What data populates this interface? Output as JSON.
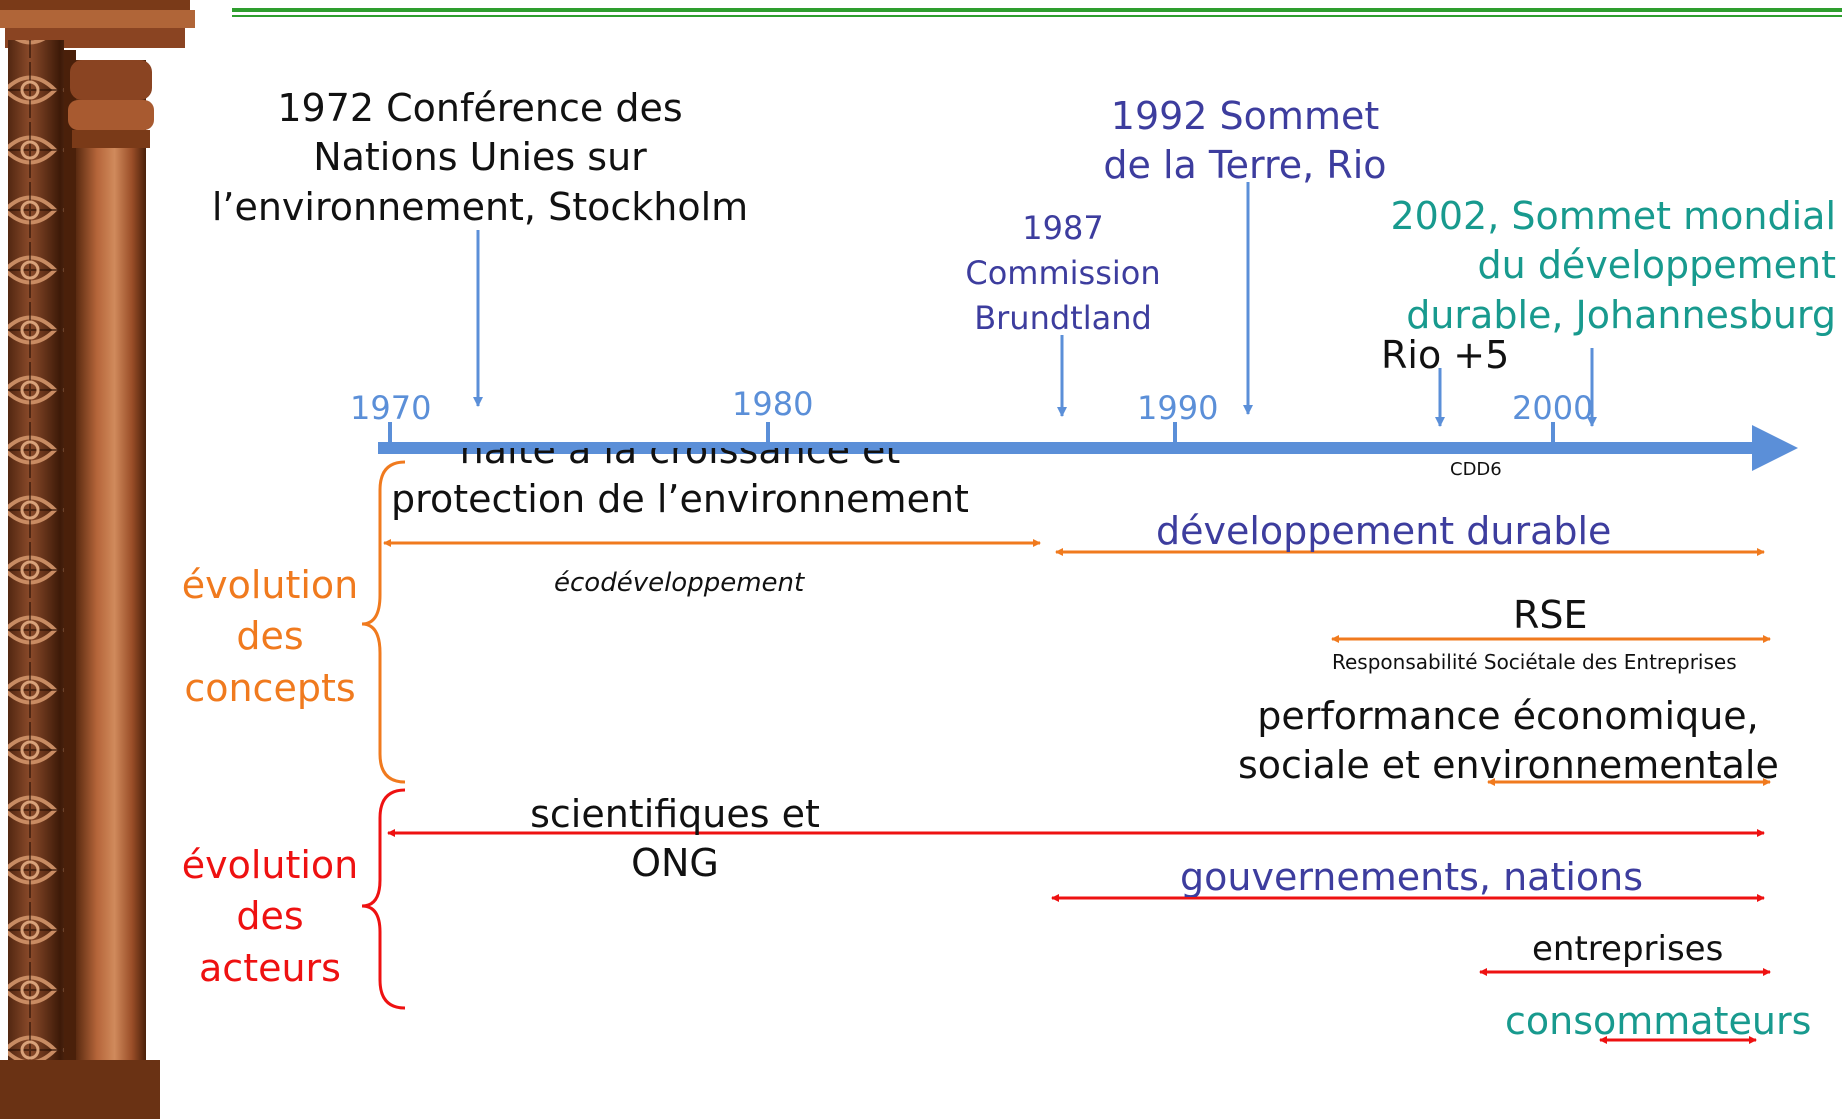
{
  "timeline": {
    "years": [
      "1970",
      "1980",
      "1990",
      "2000"
    ],
    "events": {
      "stockholm": [
        "1972 Conférence des",
        "Nations Unies sur",
        "l’environnement, Stockholm"
      ],
      "rio": [
        "1992 Sommet",
        "de la Terre, Rio"
      ],
      "brundtland": [
        "1987",
        "Commission",
        "Brundtland"
      ],
      "johannesburg": [
        "2002, Sommet mondial",
        "du développement",
        "durable, Johannesburg"
      ],
      "rio5": "Rio +5",
      "cdd6": "CDD6"
    }
  },
  "concepts": {
    "group_label": [
      "évolution",
      "des",
      "concepts"
    ],
    "croissance": [
      "halte à la croissance et",
      "protection de l’environnement"
    ],
    "ecodev": "écodéveloppement",
    "dev_durable": "développement durable",
    "rse": "RSE",
    "rse_full": "Responsabilité Sociétale des Entreprises",
    "performance": [
      "performance économique,",
      "sociale et environnementale"
    ]
  },
  "acteurs": {
    "group_label": [
      "évolution",
      "des",
      "acteurs"
    ],
    "scientifiques": [
      "scientifiques et",
      "ONG"
    ],
    "gouvernements": "gouvernements, nations",
    "entreprises": "entreprises",
    "consommateurs": "consommateurs"
  },
  "colors": {
    "timeline_blue": "#5b8fd8",
    "header_green": "#2e9e2e",
    "concepts_orange": "#f07a1e",
    "acteurs_red": "#ee1111",
    "navy": "#3d3d9e",
    "teal": "#189a8e"
  }
}
